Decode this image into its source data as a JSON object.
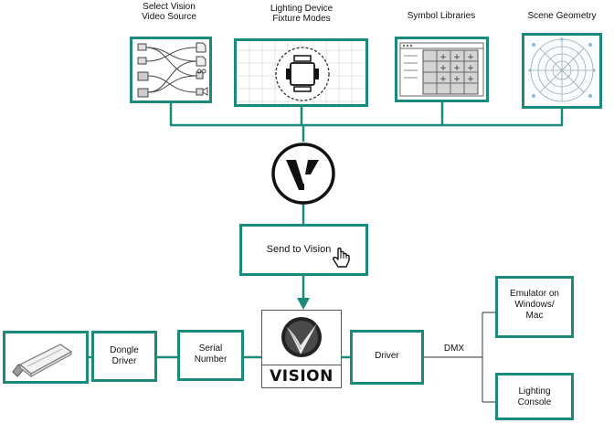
{
  "colors": {
    "accent": "#1a8a7a",
    "line": "#333333"
  },
  "top_row": [
    {
      "label_lines": [
        "Select Vision",
        "Video Source"
      ],
      "icon": "video-source-routing-icon"
    },
    {
      "label_lines": [
        "Lighting Device",
        "Fixture Modes"
      ],
      "icon": "lighting-fixture-icon"
    },
    {
      "label_lines": [
        "Symbol Libraries"
      ],
      "icon": "symbol-library-grid-icon"
    },
    {
      "label_lines": [
        "Scene Geometry"
      ],
      "icon": "scene-geometry-icon"
    }
  ],
  "hub": {
    "icon": "vectorworks-logo-icon"
  },
  "send_to_vision": {
    "label": "Send to Vision",
    "icon": "hand-cursor-icon"
  },
  "vision": {
    "wordmark": "VISION",
    "icon": "vision-logo-icon"
  },
  "bottom_row": {
    "usb": {
      "icon": "usb-dongle-icon"
    },
    "dongle_driver": {
      "label_lines": [
        "Dongle",
        "Driver"
      ]
    },
    "serial_number": {
      "label_lines": [
        "Serial",
        "Number"
      ]
    },
    "driver": {
      "label": "Driver"
    },
    "dmx_label": "DMX"
  },
  "outputs": [
    {
      "label_lines": [
        "Emulator on",
        "Windows/",
        "Mac"
      ]
    },
    {
      "label_lines": [
        "Lighting",
        "Console"
      ]
    }
  ]
}
